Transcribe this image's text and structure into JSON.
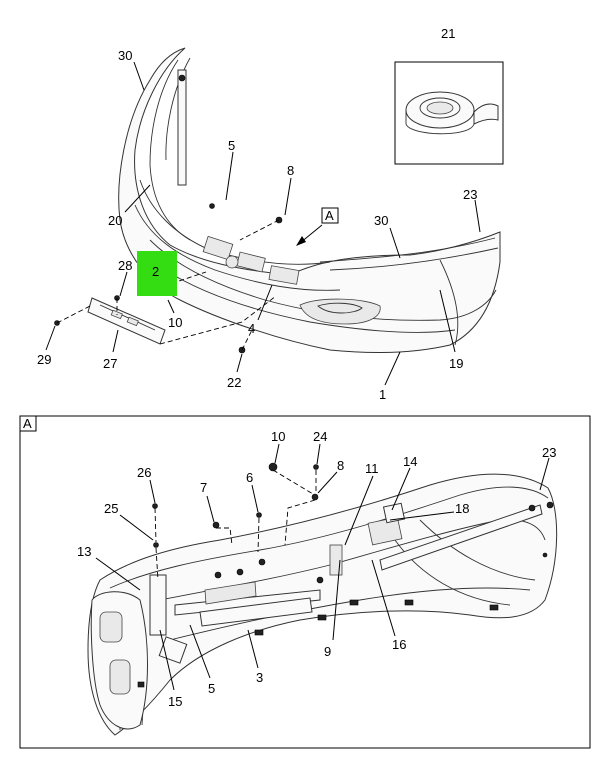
{
  "highlight_color": "#33dd11",
  "top_view": {
    "callouts": {
      "c21": "21",
      "c30a": "30",
      "c5": "5",
      "c8": "8",
      "c23": "23",
      "c30b": "30",
      "c20": "20",
      "c28": "28",
      "c2": "2",
      "c10": "10",
      "c4": "4",
      "c19": "19",
      "c29": "29",
      "c27": "27",
      "c22": "22",
      "c1": "1"
    },
    "view_tag": "A"
  },
  "detail_view": {
    "label": "A",
    "callouts": {
      "c10": "10",
      "c24": "24",
      "c8": "8",
      "c11": "11",
      "c14": "14",
      "c23": "23",
      "c26": "26",
      "c7": "7",
      "c6": "6",
      "c18": "18",
      "c25": "25",
      "c13": "13",
      "c9": "9",
      "c16": "16",
      "c5": "5",
      "c3": "3",
      "c15": "15"
    }
  }
}
